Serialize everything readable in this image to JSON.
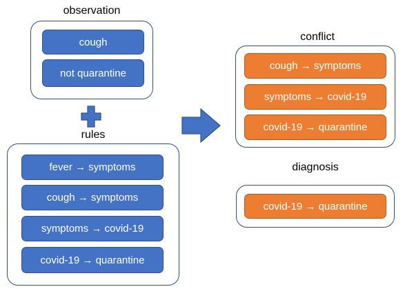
{
  "observation": {
    "title": "observation",
    "items": [
      "cough",
      "not quarantine"
    ]
  },
  "rules": {
    "title": "rules",
    "items": [
      "fever → symptoms",
      "cough → symptoms",
      "symptoms → covid-19",
      "covid-19 → quarantine"
    ]
  },
  "conflict": {
    "title": "conflict",
    "items": [
      "cough → symptoms",
      "symptoms → covid-19",
      "covid-19 → quarantine"
    ]
  },
  "diagnosis": {
    "title": "diagnosis",
    "items": [
      "covid-19 → quarantine"
    ]
  },
  "icons": {
    "combine": "plus-icon",
    "flow": "right-arrow-icon"
  },
  "colors": {
    "blue_fill": "#4472c4",
    "orange_fill": "#ed7d31",
    "group_border": "#2f4f80"
  }
}
